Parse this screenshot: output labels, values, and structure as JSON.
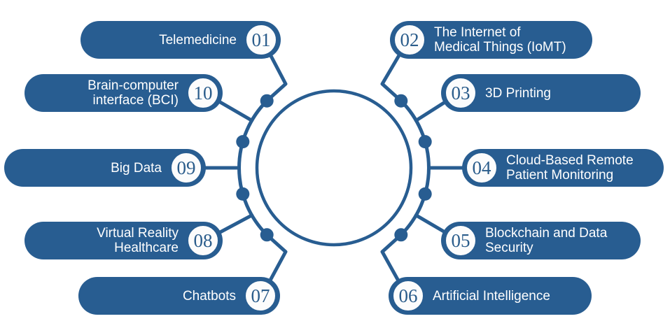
{
  "diagram": {
    "accent_color": "#285d91",
    "background_color": "#ffffff",
    "items": [
      {
        "number": "01",
        "label": "Telemedicine"
      },
      {
        "number": "02",
        "label": "The Internet of\nMedical Things (IoMT)"
      },
      {
        "number": "03",
        "label": "3D Printing"
      },
      {
        "number": "04",
        "label": "Cloud-Based Remote\nPatient Monitoring"
      },
      {
        "number": "05",
        "label": "Blockchain and Data\nSecurity"
      },
      {
        "number": "06",
        "label": "Artificial Intelligence"
      },
      {
        "number": "07",
        "label": "Chatbots"
      },
      {
        "number": "08",
        "label": "Virtual Reality\nHealthcare"
      },
      {
        "number": "09",
        "label": "Big Data"
      },
      {
        "number": "10",
        "label": "Brain-computer\ninterface (BCI)"
      }
    ]
  }
}
